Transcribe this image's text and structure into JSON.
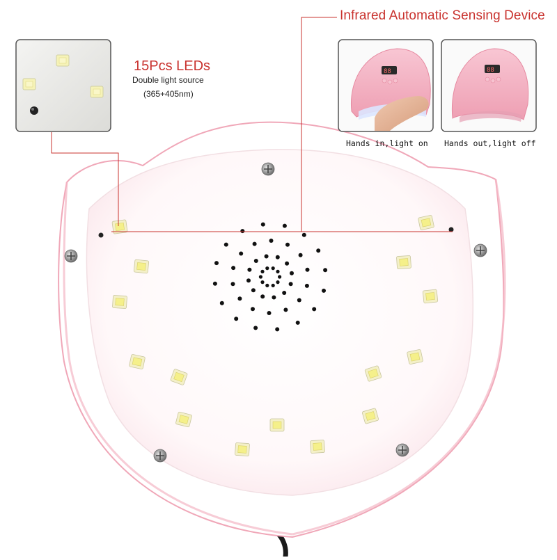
{
  "callouts": {
    "sensor_title": "Infrared Automatic Sensing Device",
    "leds_title": "15Pcs LEDs",
    "leds_subtitle": "Double light source",
    "leds_wavelength": "(365+405nm)"
  },
  "inset_photos": {
    "hands_in": {
      "caption": "Hands in,light on",
      "display": "88"
    },
    "hands_out": {
      "caption": "Hands out,light off",
      "display": "88"
    }
  },
  "colors": {
    "callout_text": "#c9332f",
    "callout_line": "#c9332f",
    "lamp_pink": "#f3aebf",
    "led_yellow": "#f5f08a",
    "inner_white": "#fffafb"
  }
}
